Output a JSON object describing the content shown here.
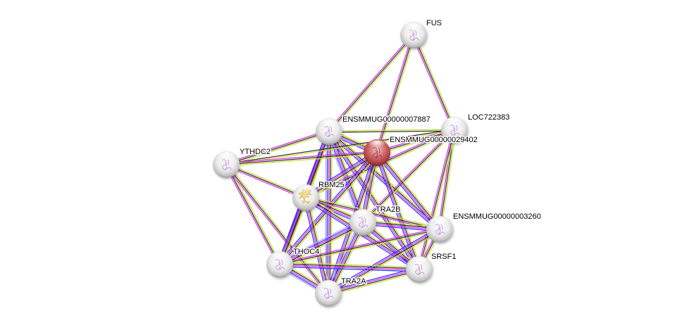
{
  "diagram": {
    "type": "protein-interaction-network",
    "edge_colors": {
      "textmining": "#c7e03b",
      "coexpression": "#333333",
      "experiments": "#e033e0",
      "database": "#3333ff",
      "homology": "#a6a6ff"
    },
    "node_colors": {
      "query": "#c65a5a",
      "default": "#e0e0e0"
    },
    "nodes": [
      {
        "id": "FUS",
        "label": "FUS",
        "query": false,
        "structure": "purple"
      },
      {
        "id": "ENSMMUG00000007887",
        "label": "ENSMMUG00000007887",
        "query": false,
        "structure": "purple"
      },
      {
        "id": "LOC722383",
        "label": "LOC722383",
        "query": false,
        "structure": "purple"
      },
      {
        "id": "ENSMMUG00000029402",
        "label": "ENSMMUG00000029402",
        "query": true,
        "structure": "purple"
      },
      {
        "id": "YTHDC2",
        "label": "YTHDC2",
        "query": false,
        "structure": "purple"
      },
      {
        "id": "RBM25",
        "label": "RBM25",
        "query": false,
        "structure": "gold"
      },
      {
        "id": "TRA2B",
        "label": "TRA2B",
        "query": false,
        "structure": "purple"
      },
      {
        "id": "ENSMMUG00000003260",
        "label": "ENSMMUG00000003260",
        "query": false,
        "structure": "purple"
      },
      {
        "id": "THOC4",
        "label": "THOC4",
        "query": false,
        "structure": "purple"
      },
      {
        "id": "SRSF1",
        "label": "SRSF1",
        "query": false,
        "structure": "purple"
      },
      {
        "id": "TRA2A",
        "label": "TRA2A",
        "query": false,
        "structure": "purple"
      }
    ],
    "edges": [
      {
        "source": "FUS",
        "target": "ENSMMUG00000007887",
        "evidence": [
          "textmining",
          "coexpression",
          "experiments"
        ]
      },
      {
        "source": "FUS",
        "target": "ENSMMUG00000029402",
        "evidence": [
          "textmining",
          "coexpression",
          "experiments"
        ]
      },
      {
        "source": "FUS",
        "target": "LOC722383",
        "evidence": [
          "textmining",
          "coexpression",
          "experiments"
        ]
      },
      {
        "source": "ENSMMUG00000007887",
        "target": "LOC722383",
        "evidence": [
          "textmining",
          "coexpression"
        ]
      },
      {
        "source": "ENSMMUG00000007887",
        "target": "ENSMMUG00000029402",
        "evidence": [
          "textmining",
          "coexpression",
          "experiments",
          "database"
        ]
      },
      {
        "source": "ENSMMUG00000007887",
        "target": "YTHDC2",
        "evidence": [
          "textmining",
          "coexpression",
          "experiments"
        ]
      },
      {
        "source": "ENSMMUG00000007887",
        "target": "RBM25",
        "evidence": [
          "textmining",
          "coexpression",
          "experiments",
          "database"
        ]
      },
      {
        "source": "ENSMMUG00000007887",
        "target": "TRA2B",
        "evidence": [
          "textmining",
          "coexpression",
          "experiments",
          "database",
          "homology"
        ]
      },
      {
        "source": "ENSMMUG00000007887",
        "target": "ENSMMUG00000003260",
        "evidence": [
          "textmining",
          "coexpression",
          "experiments",
          "database"
        ]
      },
      {
        "source": "ENSMMUG00000007887",
        "target": "THOC4",
        "evidence": [
          "textmining",
          "coexpression",
          "experiments",
          "database"
        ]
      },
      {
        "source": "ENSMMUG00000007887",
        "target": "SRSF1",
        "evidence": [
          "textmining",
          "coexpression",
          "experiments",
          "database"
        ]
      },
      {
        "source": "ENSMMUG00000007887",
        "target": "TRA2A",
        "evidence": [
          "textmining",
          "coexpression",
          "experiments",
          "database",
          "homology"
        ]
      },
      {
        "source": "LOC722383",
        "target": "ENSMMUG00000029402",
        "evidence": [
          "textmining",
          "coexpression",
          "experiments"
        ]
      },
      {
        "source": "LOC722383",
        "target": "ENSMMUG00000003260",
        "evidence": [
          "textmining",
          "coexpression",
          "experiments"
        ]
      },
      {
        "source": "LOC722383",
        "target": "TRA2B",
        "evidence": [
          "textmining",
          "coexpression",
          "experiments"
        ]
      },
      {
        "source": "LOC722383",
        "target": "SRSF1",
        "evidence": [
          "textmining",
          "coexpression",
          "experiments"
        ]
      },
      {
        "source": "LOC722383",
        "target": "RBM25",
        "evidence": [
          "textmining",
          "coexpression",
          "experiments"
        ]
      },
      {
        "source": "LOC722383",
        "target": "YTHDC2",
        "evidence": [
          "textmining",
          "coexpression"
        ]
      },
      {
        "source": "ENSMMUG00000029402",
        "target": "YTHDC2",
        "evidence": [
          "textmining",
          "coexpression",
          "experiments"
        ]
      },
      {
        "source": "ENSMMUG00000029402",
        "target": "RBM25",
        "evidence": [
          "textmining",
          "coexpression",
          "experiments",
          "database"
        ]
      },
      {
        "source": "ENSMMUG00000029402",
        "target": "TRA2B",
        "evidence": [
          "textmining",
          "coexpression",
          "experiments",
          "database"
        ]
      },
      {
        "source": "ENSMMUG00000029402",
        "target": "ENSMMUG00000003260",
        "evidence": [
          "textmining",
          "coexpression",
          "experiments",
          "database"
        ]
      },
      {
        "source": "ENSMMUG00000029402",
        "target": "THOC4",
        "evidence": [
          "textmining",
          "coexpression",
          "experiments",
          "database"
        ]
      },
      {
        "source": "ENSMMUG00000029402",
        "target": "SRSF1",
        "evidence": [
          "textmining",
          "coexpression",
          "experiments",
          "database"
        ]
      },
      {
        "source": "ENSMMUG00000029402",
        "target": "TRA2A",
        "evidence": [
          "textmining",
          "coexpression",
          "experiments",
          "database"
        ]
      },
      {
        "source": "YTHDC2",
        "target": "RBM25",
        "evidence": [
          "textmining",
          "coexpression",
          "experiments"
        ]
      },
      {
        "source": "YTHDC2",
        "target": "THOC4",
        "evidence": [
          "textmining",
          "coexpression",
          "experiments"
        ]
      },
      {
        "source": "YTHDC2",
        "target": "TRA2A",
        "evidence": [
          "textmining",
          "coexpression",
          "experiments"
        ]
      },
      {
        "source": "RBM25",
        "target": "TRA2B",
        "evidence": [
          "textmining",
          "coexpression",
          "experiments",
          "database"
        ]
      },
      {
        "source": "RBM25",
        "target": "ENSMMUG00000003260",
        "evidence": [
          "textmining",
          "coexpression",
          "experiments"
        ]
      },
      {
        "source": "RBM25",
        "target": "THOC4",
        "evidence": [
          "textmining",
          "coexpression",
          "experiments",
          "database"
        ]
      },
      {
        "source": "RBM25",
        "target": "SRSF1",
        "evidence": [
          "textmining",
          "coexpression",
          "experiments",
          "database"
        ]
      },
      {
        "source": "RBM25",
        "target": "TRA2A",
        "evidence": [
          "textmining",
          "coexpression",
          "experiments",
          "database"
        ]
      },
      {
        "source": "TRA2B",
        "target": "ENSMMUG00000003260",
        "evidence": [
          "textmining",
          "coexpression",
          "experiments",
          "database"
        ]
      },
      {
        "source": "TRA2B",
        "target": "THOC4",
        "evidence": [
          "textmining",
          "coexpression",
          "experiments",
          "database",
          "homology"
        ]
      },
      {
        "source": "TRA2B",
        "target": "SRSF1",
        "evidence": [
          "textmining",
          "coexpression",
          "experiments",
          "database"
        ]
      },
      {
        "source": "TRA2B",
        "target": "TRA2A",
        "evidence": [
          "textmining",
          "coexpression",
          "experiments",
          "database",
          "homology"
        ]
      },
      {
        "source": "ENSMMUG00000003260",
        "target": "THOC4",
        "evidence": [
          "textmining",
          "coexpression",
          "experiments"
        ]
      },
      {
        "source": "ENSMMUG00000003260",
        "target": "SRSF1",
        "evidence": [
          "textmining",
          "coexpression",
          "experiments"
        ]
      },
      {
        "source": "ENSMMUG00000003260",
        "target": "TRA2A",
        "evidence": [
          "textmining",
          "coexpression",
          "experiments",
          "database"
        ]
      },
      {
        "source": "THOC4",
        "target": "SRSF1",
        "evidence": [
          "textmining",
          "coexpression",
          "experiments",
          "database"
        ]
      },
      {
        "source": "THOC4",
        "target": "TRA2A",
        "evidence": [
          "textmining",
          "coexpression",
          "experiments",
          "database",
          "homology"
        ]
      },
      {
        "source": "SRSF1",
        "target": "TRA2A",
        "evidence": [
          "textmining",
          "coexpression",
          "experiments",
          "database"
        ]
      }
    ]
  }
}
